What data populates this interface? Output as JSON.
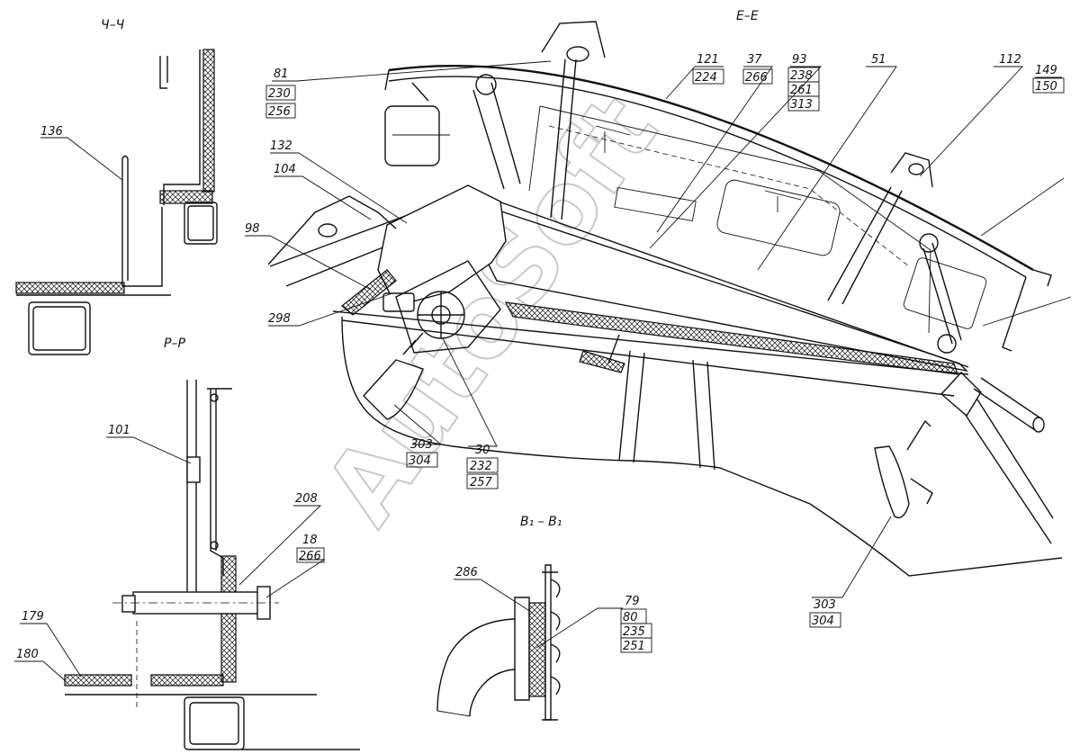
{
  "sections": {
    "ch": "Ч–Ч",
    "pp": "Р–Р",
    "ee": "Е–Е",
    "b1": "В₁ – В₁"
  },
  "labels": {
    "l136": "136",
    "l101": "101",
    "l208": "208",
    "l18": "18",
    "l266a": "266",
    "l179": "179",
    "l180": "180",
    "l81": "81",
    "l230": "230",
    "l256": "256",
    "l132": "132",
    "l104": "104",
    "l98": "98",
    "l298": "298",
    "l303a": "303",
    "l304a": "304",
    "l30": "30",
    "l232": "232",
    "l257": "257",
    "l121": "121",
    "l224": "224",
    "l37": "37",
    "l266b": "266",
    "l93": "93",
    "l238": "238",
    "l261": "261",
    "l313": "313",
    "l51": "51",
    "l112": "112",
    "l149": "149",
    "l150": "150",
    "l303b": "303",
    "l304b": "304",
    "l286": "286",
    "l79": "79",
    "l80": "80",
    "l235": "235",
    "l251": "251"
  },
  "watermark": "AutoSoft"
}
